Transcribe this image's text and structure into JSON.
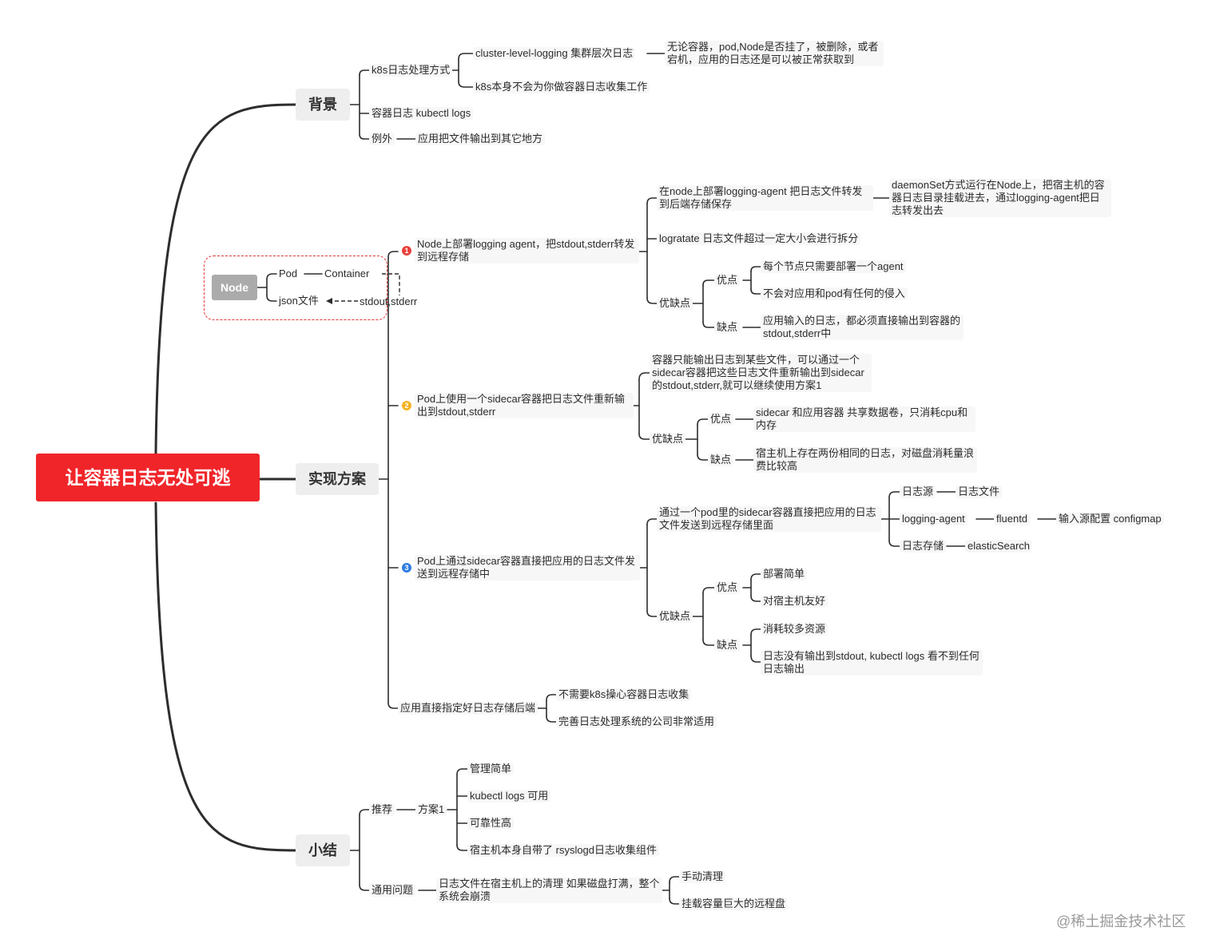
{
  "root": "让容器日志无处可逃",
  "background": {
    "title": "背景",
    "k8s_handling": "k8s日志处理方式",
    "cluster_level": "cluster-level-logging 集群层次日志",
    "cluster_level_note": "无论容器，pod,Node是否挂了，被删除，或者宕机，应用的日志还是可以被正常获取到",
    "no_collect": "k8s本身不会为你做容器日志收集工作",
    "kubectl_logs": "容器日志 kubectl logs",
    "exception": "例外",
    "exception_note": "应用把文件输出到其它地方"
  },
  "diagram": {
    "node": "Node",
    "pod": "Pod",
    "container": "Container",
    "json_file": "json文件",
    "stdout": "stdout,stderr"
  },
  "solutions": {
    "title": "实现方案",
    "s1": {
      "badge": "1",
      "badge_color": "#e8403c",
      "title": "Node上部署logging agent，把stdout,stderr转发到远程存储",
      "deploy": "在node上部署logging-agent 把日志文件转发到后端存储保存",
      "deploy_note": "daemonSet方式运行在Node上，把宿主机的容器日志目录挂载进去，通过logging-agent把日志转发出去",
      "lograte": "logratate 日志文件超过一定大小会进行拆分",
      "pros_cons": "优缺点",
      "pros": "优点",
      "pro1": "每个节点只需要部署一个agent",
      "pro2": "不会对应用和pod有任何的侵入",
      "cons": "缺点",
      "con1": "应用输入的日志，都必须直接输出到容器的stdout,stderr中"
    },
    "s2": {
      "badge": "2",
      "badge_color": "#f5b324",
      "title": "Pod上使用一个sidecar容器把日志文件重新输出到stdout,stderr",
      "note": "容器只能输出日志到某些文件，可以通过一个sidecar容器把这些日志文件重新输出到sidecar的stdout,stderr,就可以继续使用方案1",
      "pros_cons": "优缺点",
      "pros": "优点",
      "pro1": "sidecar 和应用容器 共享数据卷，只消耗cpu和内存",
      "cons": "缺点",
      "con1": "宿主机上存在两份相同的日志，对磁盘消耗量浪费比较高"
    },
    "s3": {
      "badge": "3",
      "badge_color": "#2f7de1",
      "title": "Pod上通过sidecar容器直接把应用的日志文件发送到远程存储中",
      "via": "通过一个pod里的sidecar容器直接把应用的日志文件发送到远程存储里面",
      "log_source": "日志源",
      "log_file": "日志文件",
      "logging_agent": "logging-agent",
      "fluentd": "fluentd",
      "input_config": "输入源配置 configmap",
      "log_storage": "日志存储",
      "elastic": "elasticSearch",
      "pros_cons": "优缺点",
      "pros": "优点",
      "pro1": "部署简单",
      "pro2": "对宿主机友好",
      "cons": "缺点",
      "con1": "消耗较多资源",
      "con2": "日志没有输出到stdout, kubectl logs 看不到任何日志输出"
    },
    "s4": {
      "title": "应用直接指定好日志存储后端",
      "n1": "不需要k8s操心容器日志收集",
      "n2": "完善日志处理系统的公司非常适用"
    }
  },
  "summary": {
    "title": "小结",
    "recommend": "推荐",
    "plan1": "方案1",
    "r1": "管理简单",
    "r2": "kubectl logs 可用",
    "r3": "可靠性高",
    "r4": "宿主机本身自带了 rsyslogd日志收集组件",
    "common": "通用问题",
    "common_note": "日志文件在宿主机上的清理 如果磁盘打满，整个系统会崩溃",
    "c1": "手动清理",
    "c2": "挂载容量巨大的远程盘"
  },
  "watermark": "@稀土掘金技术社区"
}
